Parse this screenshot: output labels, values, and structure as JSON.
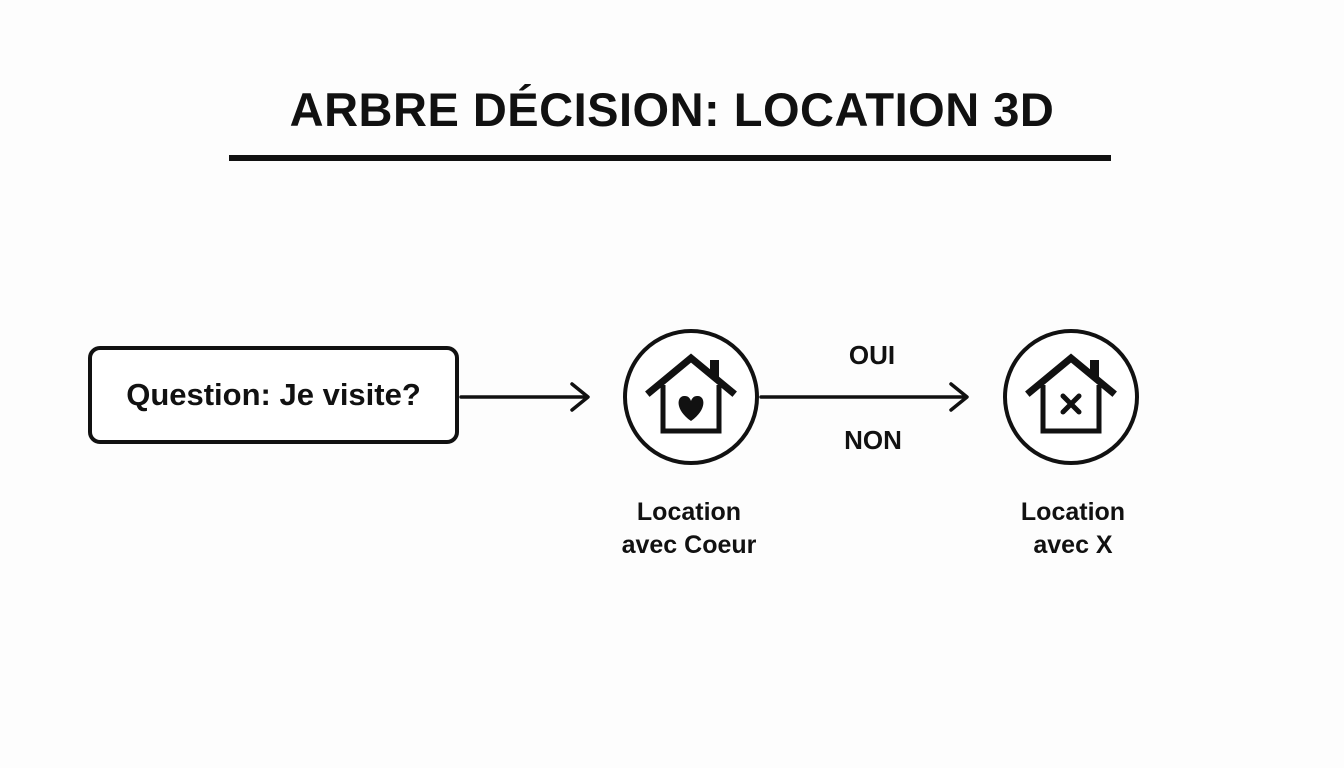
{
  "title": "ARBRE DÉCISION: LOCATION 3D",
  "question": {
    "text": "Question: Je visite?"
  },
  "nodes": [
    {
      "icon": "house-heart-icon",
      "label_line1": "Location",
      "label_line2": "avec Coeur"
    },
    {
      "icon": "house-x-icon",
      "label_line1": "Location",
      "label_line2": "avec X"
    }
  ],
  "edges": {
    "yes_label": "OUI",
    "no_label": "NON"
  },
  "colors": {
    "ink": "#111111",
    "background": "#fdfdfd"
  }
}
